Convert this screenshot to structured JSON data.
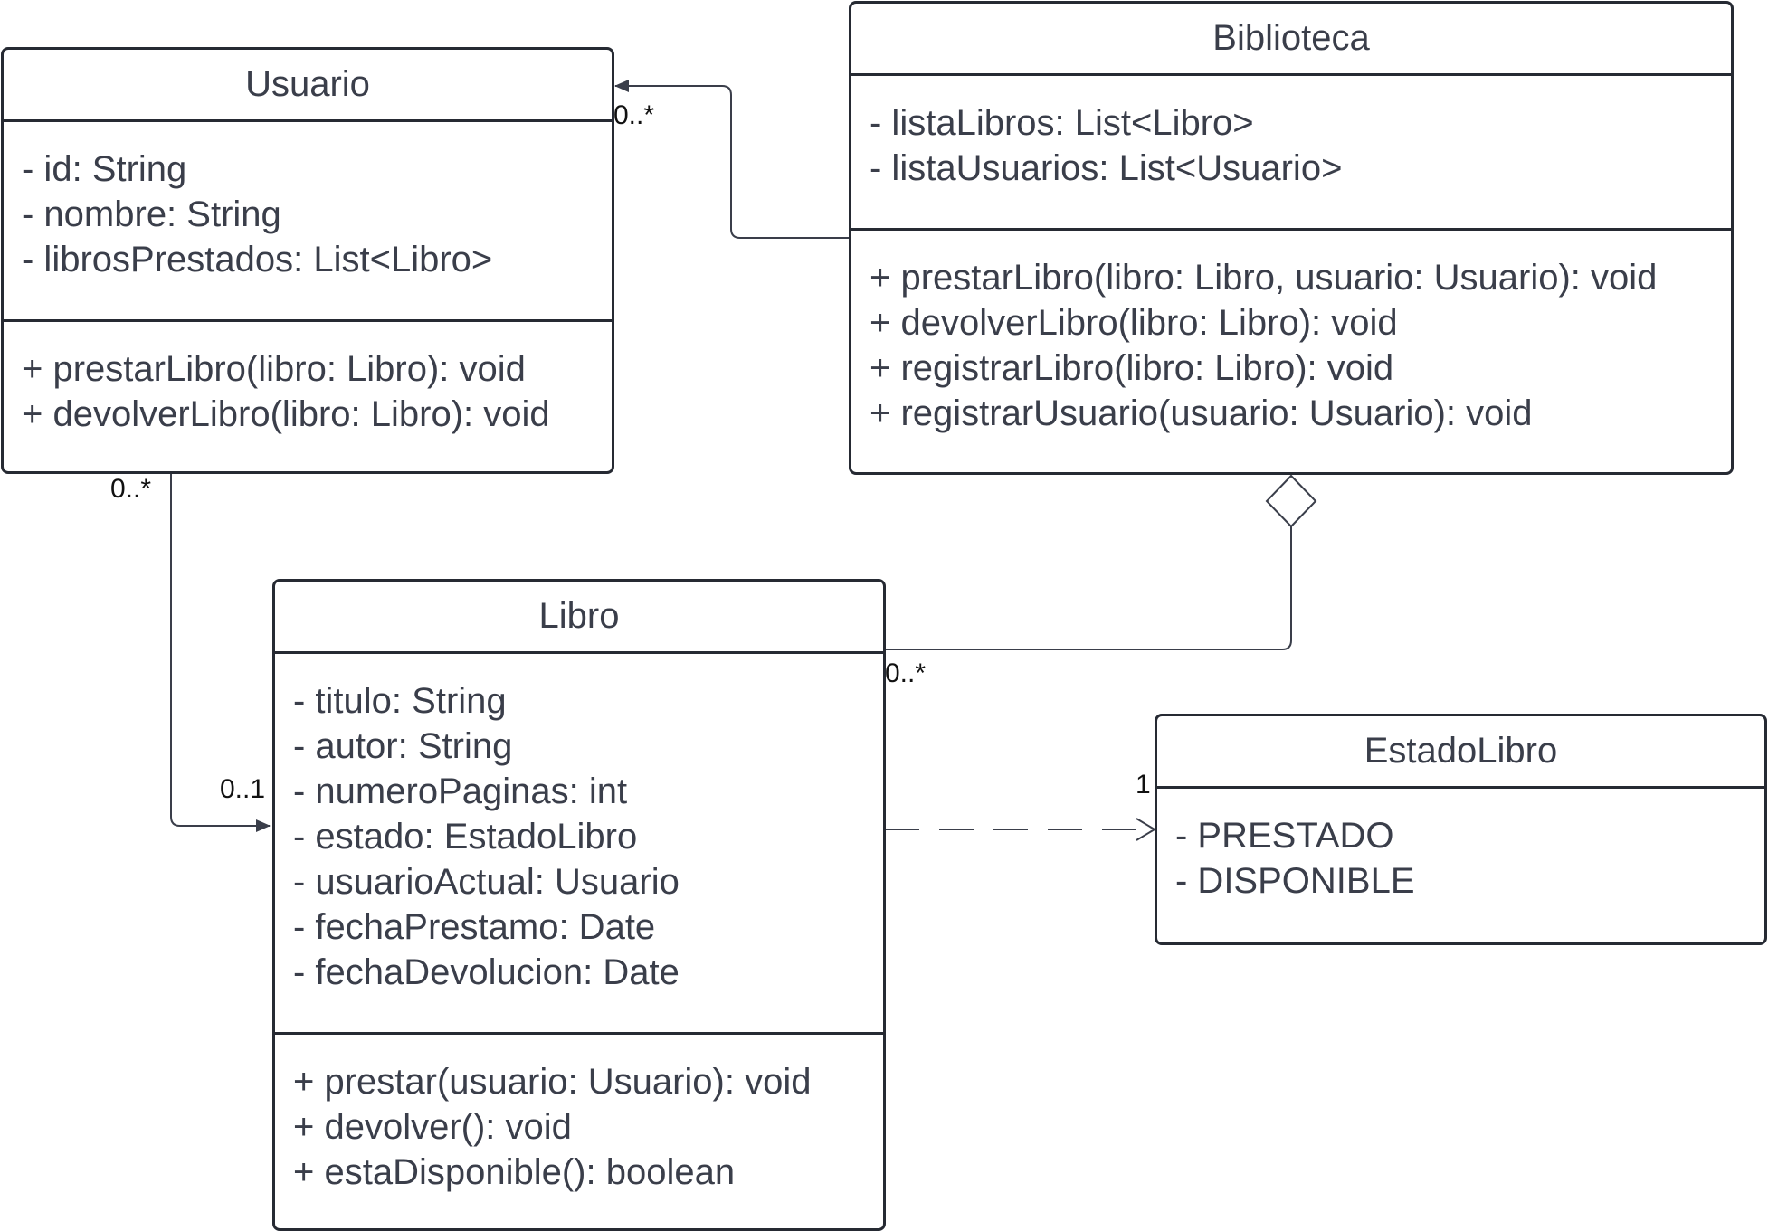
{
  "colors": {
    "border": "#262a33",
    "text": "#3a3e4a",
    "connector": "#3a3e4a",
    "multiplicity": "#111111",
    "background": "#ffffff"
  },
  "classes": {
    "usuario": {
      "name": "Usuario",
      "attributes": [
        "- id: String",
        "- nombre: String",
        "- librosPrestados: List<Libro>"
      ],
      "methods": [
        "+ prestarLibro(libro: Libro): void",
        "+ devolverLibro(libro: Libro): void"
      ]
    },
    "biblioteca": {
      "name": "Biblioteca",
      "attributes": [
        "- listaLibros: List<Libro>",
        "- listaUsuarios: List<Usuario>"
      ],
      "methods": [
        "+ prestarLibro(libro: Libro, usuario: Usuario): void",
        "+ devolverLibro(libro: Libro): void",
        "+ registrarLibro(libro: Libro): void",
        "+ registrarUsuario(usuario: Usuario): void"
      ]
    },
    "libro": {
      "name": "Libro",
      "attributes": [
        "- titulo: String",
        "- autor: String",
        "- numeroPaginas: int",
        "- estado: EstadoLibro",
        "- usuarioActual: Usuario",
        "- fechaPrestamo: Date",
        "- fechaDevolucion: Date"
      ],
      "methods": [
        "+ prestar(usuario: Usuario): void",
        "+ devolver(): void",
        "+ estaDisponible(): boolean"
      ]
    },
    "estado_libro": {
      "name": "EstadoLibro",
      "values": [
        "- PRESTADO",
        "- DISPONIBLE"
      ]
    }
  },
  "relations": {
    "biblioteca_usuario": {
      "kind": "association",
      "target_multiplicity": "0..*"
    },
    "usuario_libro": {
      "kind": "association",
      "source_multiplicity": "0..*",
      "target_multiplicity": "0..1"
    },
    "biblioteca_libro": {
      "kind": "aggregation",
      "target_multiplicity": "0..*"
    },
    "libro_estado": {
      "kind": "dependency",
      "target_multiplicity": "1"
    }
  }
}
